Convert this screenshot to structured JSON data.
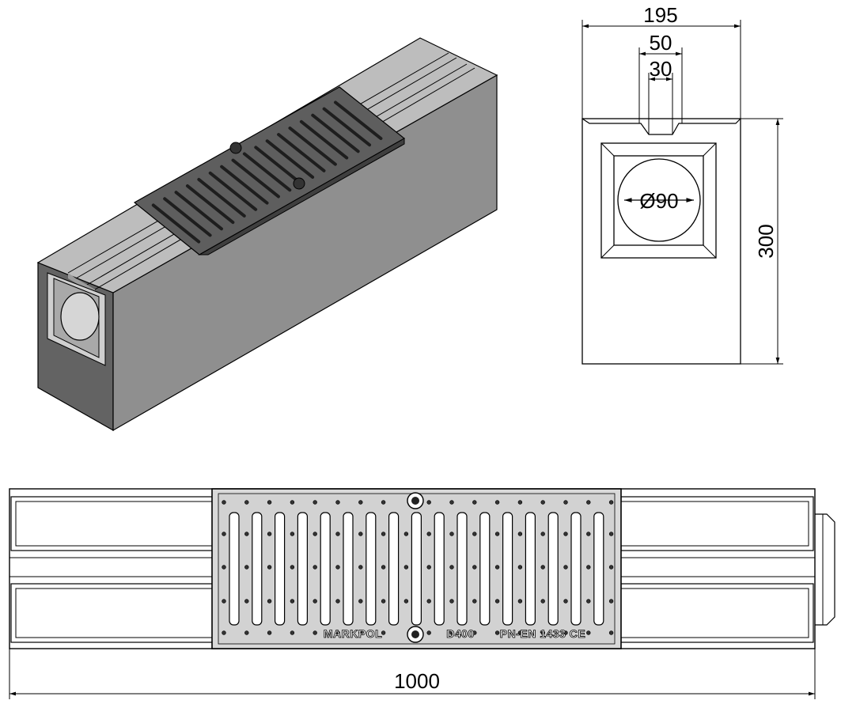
{
  "drawing": {
    "product": {
      "brand_marking": "MARKPOL",
      "load_class": "D400",
      "standard": "PN-EN 1433 CE"
    },
    "dimensions": {
      "width": "195",
      "slot_outer": "50",
      "slot_inner": "30",
      "height": "300",
      "outlet_diameter": "Ø90",
      "length": "1000"
    },
    "colors": {
      "concrete_top": "#b9b9b9",
      "concrete_side": "#8d8d8d",
      "concrete_end": "#636363",
      "grate": "#6b6b6b",
      "grate_slot": "#2a2a2a"
    }
  }
}
